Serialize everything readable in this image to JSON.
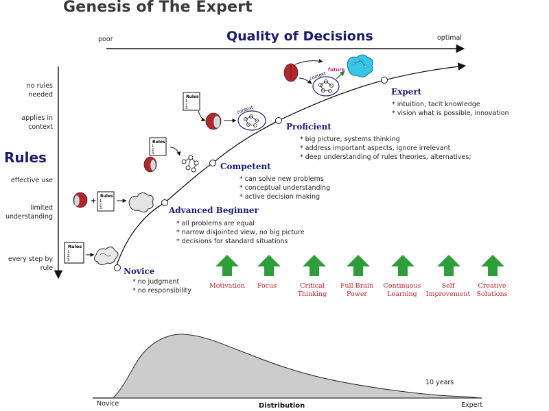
{
  "title": "Genesis of The Expert",
  "x_axis": {
    "label": "Quality of Decisions",
    "start": "poor",
    "end": "optimal"
  },
  "y_axis": {
    "label": "Rules",
    "levels": [
      "no rules needed",
      "applies in context",
      "effective use",
      "limited understanding",
      "every step by rule"
    ]
  },
  "stages": [
    {
      "name": "Novice",
      "bullets": [
        "* no judgment",
        "* no responsibility"
      ]
    },
    {
      "name": "Advanced Beginner",
      "bullets": [
        "* all problems are equal",
        "* narrow disjointed view, no big picture",
        "* decisions for standard situations"
      ]
    },
    {
      "name": "Competent",
      "bullets": [
        "* can solve new problems",
        "* conceptual understanding",
        "* active decision making"
      ]
    },
    {
      "name": "Proficient",
      "bullets": [
        "* big picture, systems thinking",
        "* address important aspects, ignore irrelevant",
        "* deep understanding of rules theories, alternatives;"
      ]
    },
    {
      "name": "Expert",
      "bullets": [
        "* intuition, tacit knowledge",
        "* vision what is possible, innovation"
      ]
    }
  ],
  "illustration_text": {
    "rules_card": "Rules",
    "card_lines": [
      "1.",
      "2.",
      "3."
    ],
    "plus": "+",
    "context": "context",
    "future": "future"
  },
  "drivers": [
    "Motivation",
    "Focus",
    "Critical Thinking",
    "Full Brain Power",
    "Continuous Learning",
    "Self Improvement",
    "Creative Solutions"
  ],
  "distribution": {
    "label": "Distribution",
    "start": "Novice",
    "end": "Expert",
    "annotation": "10 years"
  },
  "colors": {
    "stage_name": "#1c1c7a",
    "driver_arrow": "#2e9e3a",
    "driver_text": "#c0202a",
    "brain": "#b3262b",
    "future_cloud": "#38c6e8",
    "curve_fill": "#cccccc"
  }
}
